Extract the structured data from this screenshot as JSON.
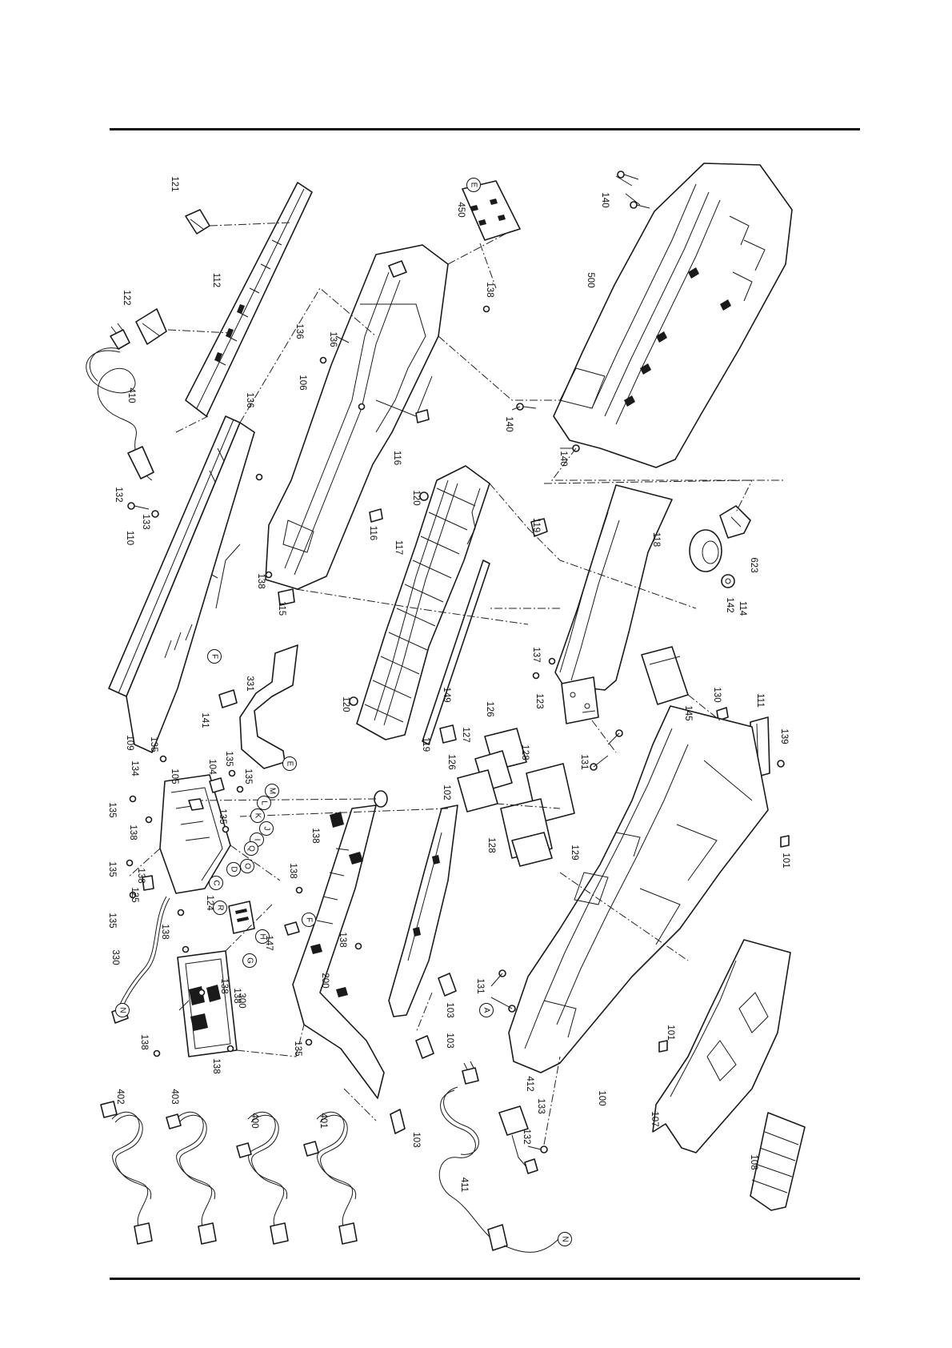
{
  "parts": [
    "100",
    "101",
    "101",
    "102",
    "103",
    "103",
    "103",
    "104",
    "105",
    "106",
    "107",
    "108",
    "109",
    "110",
    "111",
    "112",
    "114",
    "115",
    "116",
    "116",
    "117",
    "118",
    "119",
    "119",
    "120",
    "120",
    "121",
    "122",
    "123",
    "124",
    "125",
    "126",
    "126",
    "127",
    "128",
    "128",
    "129",
    "130",
    "131",
    "131",
    "132",
    "132",
    "133",
    "133",
    "134",
    "135",
    "135",
    "135",
    "135",
    "135",
    "135",
    "135",
    "135",
    "136",
    "136",
    "136",
    "137",
    "138",
    "138",
    "138",
    "138",
    "138",
    "138",
    "138",
    "138",
    "138",
    "138",
    "138",
    "138",
    "139",
    "140",
    "140",
    "140",
    "141",
    "142",
    "145",
    "147",
    "149",
    "200",
    "300",
    "330",
    "331",
    "400",
    "401",
    "402",
    "403",
    "410",
    "411",
    "412",
    "450",
    "500",
    "623"
  ],
  "connectors": [
    "A",
    "C",
    "D",
    "E",
    "E",
    "F",
    "F",
    "G",
    "H",
    "I",
    "J",
    "K",
    "L",
    "M",
    "N",
    "N",
    "O",
    "Q",
    "R"
  ],
  "colors": {
    "ink": "#1a1a1a",
    "paper": "#ffffff"
  }
}
